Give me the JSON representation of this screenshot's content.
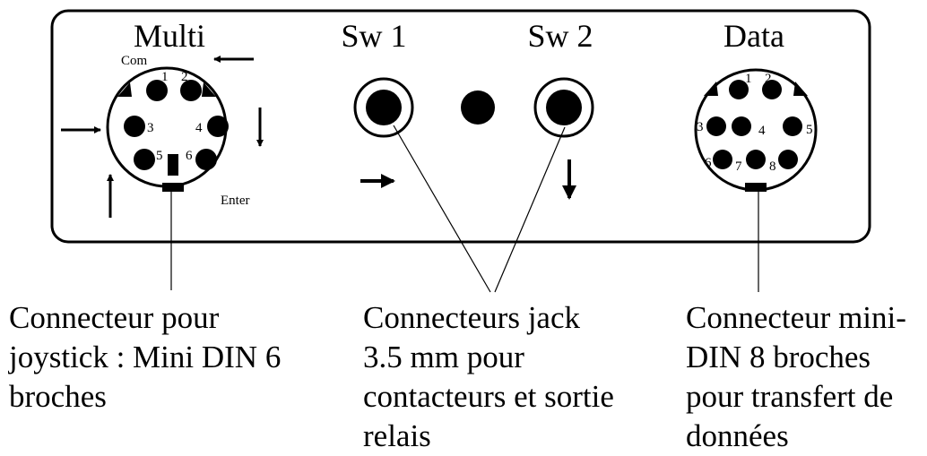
{
  "connectors": {
    "multi": {
      "title": "Multi",
      "pins": [
        "1",
        "2",
        "3",
        "4",
        "5",
        "6"
      ],
      "com_label": "Com",
      "enter_label": "Enter"
    },
    "sw1": {
      "title": "Sw 1"
    },
    "sw2": {
      "title": "Sw 2"
    },
    "data": {
      "title": "Data",
      "pins": [
        "1",
        "2",
        "3",
        "4",
        "5",
        "6",
        "7",
        "8"
      ]
    }
  },
  "callouts": {
    "joystick": "Connecteur pour\njoystick : Mini DIN 6\nbroches",
    "jack": "Connecteurs jack\n3.5 mm pour\ncontacteurs et sortie\nrelais",
    "data": "Connecteur mini-\nDIN 8 broches\npour transfert de\ndonnées"
  }
}
